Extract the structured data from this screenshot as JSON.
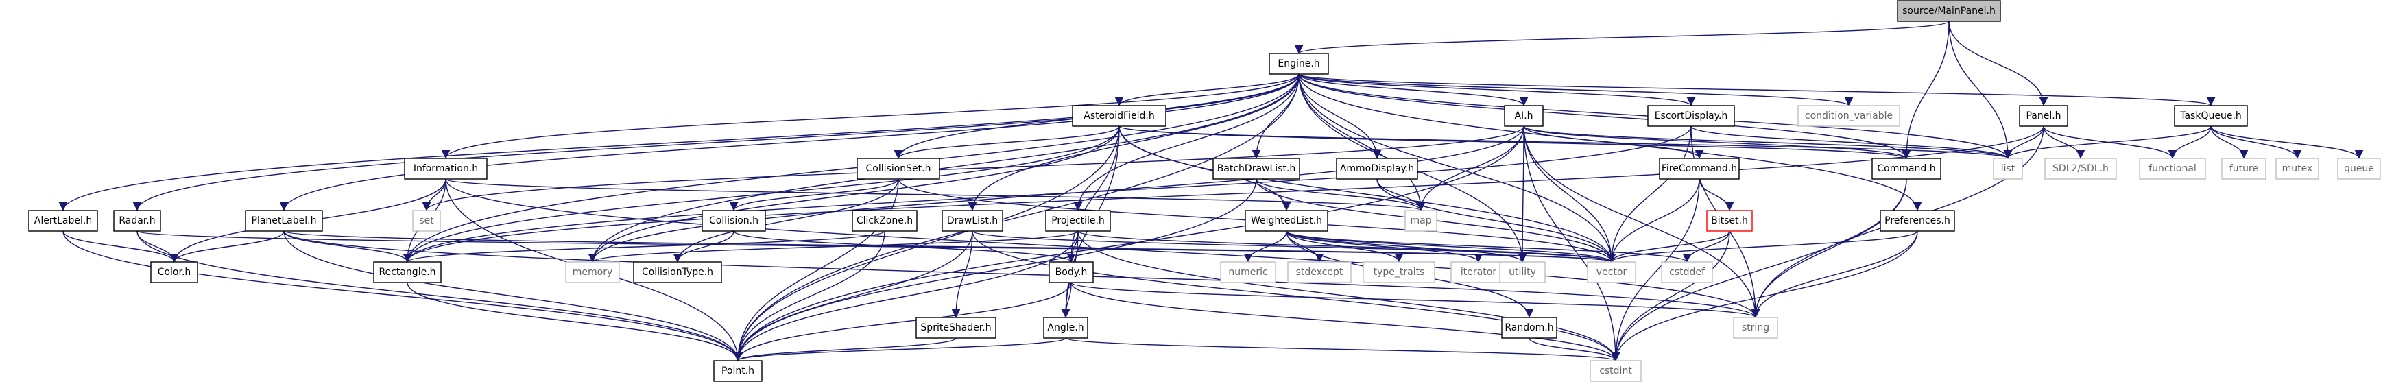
{
  "colors": {
    "edge": "#191970",
    "node_fill": "#ffffff",
    "node_border": "#000000",
    "node_text": "#000000",
    "system_border": "#bfbfbf",
    "system_text": "#666666",
    "root_fill": "#bfbfbf",
    "missing_border": "#ff0000"
  },
  "nodes": [
    {
      "id": "MainPanel",
      "label": "source/MainPanel.h",
      "kind": "root"
    },
    {
      "id": "Engine",
      "label": "Engine.h",
      "kind": "normal"
    },
    {
      "id": "Panel",
      "label": "Panel.h",
      "kind": "normal"
    },
    {
      "id": "AsteroidField",
      "label": "AsteroidField.h",
      "kind": "normal"
    },
    {
      "id": "AI",
      "label": "AI.h",
      "kind": "normal"
    },
    {
      "id": "EscortDisplay",
      "label": "EscortDisplay.h",
      "kind": "normal"
    },
    {
      "id": "condition_variable",
      "label": "condition_variable",
      "kind": "system"
    },
    {
      "id": "TaskQueue",
      "label": "TaskQueue.h",
      "kind": "normal"
    },
    {
      "id": "Information",
      "label": "Information.h",
      "kind": "normal"
    },
    {
      "id": "CollisionSet",
      "label": "CollisionSet.h",
      "kind": "normal"
    },
    {
      "id": "BatchDrawList",
      "label": "BatchDrawList.h",
      "kind": "normal"
    },
    {
      "id": "AmmoDisplay",
      "label": "AmmoDisplay.h",
      "kind": "normal"
    },
    {
      "id": "FireCommand",
      "label": "FireCommand.h",
      "kind": "normal"
    },
    {
      "id": "Command",
      "label": "Command.h",
      "kind": "normal"
    },
    {
      "id": "list",
      "label": "list",
      "kind": "system"
    },
    {
      "id": "SDL2",
      "label": "SDL2/SDL.h",
      "kind": "system"
    },
    {
      "id": "functional",
      "label": "functional",
      "kind": "system"
    },
    {
      "id": "future",
      "label": "future",
      "kind": "system"
    },
    {
      "id": "mutex",
      "label": "mutex",
      "kind": "system"
    },
    {
      "id": "queue",
      "label": "queue",
      "kind": "system"
    },
    {
      "id": "AlertLabel",
      "label": "AlertLabel.h",
      "kind": "normal"
    },
    {
      "id": "Radar",
      "label": "Radar.h",
      "kind": "normal"
    },
    {
      "id": "PlanetLabel",
      "label": "PlanetLabel.h",
      "kind": "normal"
    },
    {
      "id": "set",
      "label": "set",
      "kind": "system"
    },
    {
      "id": "Collision",
      "label": "Collision.h",
      "kind": "normal"
    },
    {
      "id": "map",
      "label": "map",
      "kind": "system"
    },
    {
      "id": "ClickZone",
      "label": "ClickZone.h",
      "kind": "normal"
    },
    {
      "id": "DrawList",
      "label": "DrawList.h",
      "kind": "normal"
    },
    {
      "id": "Projectile",
      "label": "Projectile.h",
      "kind": "normal"
    },
    {
      "id": "WeightedList",
      "label": "WeightedList.h",
      "kind": "normal"
    },
    {
      "id": "Bitset",
      "label": "Bitset.h",
      "kind": "missing"
    },
    {
      "id": "Preferences",
      "label": "Preferences.h",
      "kind": "normal"
    },
    {
      "id": "Color",
      "label": "Color.h",
      "kind": "normal"
    },
    {
      "id": "Rectangle",
      "label": "Rectangle.h",
      "kind": "normal"
    },
    {
      "id": "memory",
      "label": "memory",
      "kind": "system"
    },
    {
      "id": "CollisionType",
      "label": "CollisionType.h",
      "kind": "normal"
    },
    {
      "id": "Body",
      "label": "Body.h",
      "kind": "normal"
    },
    {
      "id": "numeric",
      "label": "numeric",
      "kind": "system"
    },
    {
      "id": "stdexcept",
      "label": "stdexcept",
      "kind": "system"
    },
    {
      "id": "type_traits",
      "label": "type_traits",
      "kind": "system"
    },
    {
      "id": "iterator",
      "label": "iterator",
      "kind": "system"
    },
    {
      "id": "utility",
      "label": "utility",
      "kind": "system"
    },
    {
      "id": "vector",
      "label": "vector",
      "kind": "system"
    },
    {
      "id": "cstddef",
      "label": "cstddef",
      "kind": "system"
    },
    {
      "id": "Angle",
      "label": "Angle.h",
      "kind": "normal"
    },
    {
      "id": "SpriteShader",
      "label": "SpriteShader.h",
      "kind": "normal"
    },
    {
      "id": "Random",
      "label": "Random.h",
      "kind": "normal"
    },
    {
      "id": "string",
      "label": "string",
      "kind": "system"
    },
    {
      "id": "Point",
      "label": "Point.h",
      "kind": "normal"
    },
    {
      "id": "cstdint",
      "label": "cstdint",
      "kind": "system"
    }
  ],
  "edges": [
    [
      "MainPanel",
      "Engine"
    ],
    [
      "MainPanel",
      "Panel"
    ],
    [
      "MainPanel",
      "Command"
    ],
    [
      "MainPanel",
      "list"
    ],
    [
      "Engine",
      "AsteroidField"
    ],
    [
      "Engine",
      "AI"
    ],
    [
      "Engine",
      "EscortDisplay"
    ],
    [
      "Engine",
      "condition_variable"
    ],
    [
      "Engine",
      "TaskQueue"
    ],
    [
      "Engine",
      "Information"
    ],
    [
      "Engine",
      "CollisionSet"
    ],
    [
      "Engine",
      "BatchDrawList"
    ],
    [
      "Engine",
      "AmmoDisplay"
    ],
    [
      "Engine",
      "Command"
    ],
    [
      "Engine",
      "list"
    ],
    [
      "Engine",
      "AlertLabel"
    ],
    [
      "Engine",
      "Radar"
    ],
    [
      "Engine",
      "PlanetLabel"
    ],
    [
      "Engine",
      "DrawList"
    ],
    [
      "Engine",
      "Projectile"
    ],
    [
      "Engine",
      "Preferences"
    ],
    [
      "Engine",
      "Rectangle"
    ],
    [
      "Engine",
      "memory"
    ],
    [
      "Engine",
      "map"
    ],
    [
      "Engine",
      "utility"
    ],
    [
      "Engine",
      "vector"
    ],
    [
      "Engine",
      "Point"
    ],
    [
      "Engine",
      "thread_placeholder"
    ],
    [
      "Panel",
      "list"
    ],
    [
      "Panel",
      "SDL2"
    ],
    [
      "Panel",
      "functional"
    ],
    [
      "Panel",
      "string"
    ],
    [
      "Panel",
      "Rectangle"
    ],
    [
      "TaskQueue",
      "list"
    ],
    [
      "TaskQueue",
      "functional"
    ],
    [
      "TaskQueue",
      "future"
    ],
    [
      "TaskQueue",
      "mutex"
    ],
    [
      "TaskQueue",
      "queue"
    ],
    [
      "AsteroidField",
      "CollisionSet"
    ],
    [
      "AsteroidField",
      "WeightedList"
    ],
    [
      "AsteroidField",
      "Body"
    ],
    [
      "AsteroidField",
      "Angle"
    ],
    [
      "AsteroidField",
      "Point"
    ],
    [
      "AsteroidField",
      "list"
    ],
    [
      "AsteroidField",
      "memory"
    ],
    [
      "AsteroidField",
      "vector"
    ],
    [
      "AsteroidField",
      "Command"
    ],
    [
      "AsteroidField",
      "Rectangle"
    ],
    [
      "AI",
      "Command"
    ],
    [
      "AI",
      "FireCommand"
    ],
    [
      "AI",
      "Point"
    ],
    [
      "AI",
      "map"
    ],
    [
      "AI",
      "vector"
    ],
    [
      "AI",
      "list"
    ],
    [
      "AI",
      "cstdint"
    ],
    [
      "AI",
      "memory"
    ],
    [
      "AI",
      "set"
    ],
    [
      "AI",
      "utility"
    ],
    [
      "AI",
      "string"
    ],
    [
      "EscortDisplay",
      "list"
    ],
    [
      "EscortDisplay",
      "vector"
    ],
    [
      "EscortDisplay",
      "string"
    ],
    [
      "EscortDisplay",
      "Rectangle"
    ],
    [
      "Information",
      "Color"
    ],
    [
      "Information",
      "Rectangle"
    ],
    [
      "Information",
      "Point"
    ],
    [
      "Information",
      "set"
    ],
    [
      "Information",
      "map"
    ],
    [
      "Information",
      "string"
    ],
    [
      "CollisionSet",
      "Collision"
    ],
    [
      "CollisionSet",
      "CollisionType"
    ],
    [
      "CollisionSet",
      "vector"
    ],
    [
      "CollisionSet",
      "Point"
    ],
    [
      "BatchDrawList",
      "map"
    ],
    [
      "BatchDrawList",
      "vector"
    ],
    [
      "BatchDrawList",
      "Point"
    ],
    [
      "AmmoDisplay",
      "map"
    ],
    [
      "AmmoDisplay",
      "vector"
    ],
    [
      "FireCommand",
      "Bitset"
    ],
    [
      "FireCommand",
      "vector"
    ],
    [
      "FireCommand",
      "cstdint"
    ],
    [
      "Command",
      "string"
    ],
    [
      "Command",
      "cstdint"
    ],
    [
      "AlertLabel",
      "Color"
    ],
    [
      "AlertLabel",
      "Point"
    ],
    [
      "Radar",
      "Color"
    ],
    [
      "Radar",
      "Point"
    ],
    [
      "Radar",
      "vector"
    ],
    [
      "PlanetLabel",
      "Color"
    ],
    [
      "PlanetLabel",
      "Rectangle"
    ],
    [
      "PlanetLabel",
      "Point"
    ],
    [
      "PlanetLabel",
      "string"
    ],
    [
      "PlanetLabel",
      "vector"
    ],
    [
      "Collision",
      "Body"
    ],
    [
      "Collision",
      "CollisionType"
    ],
    [
      "ClickZone",
      "Rectangle"
    ],
    [
      "ClickZone",
      "Point"
    ],
    [
      "DrawList",
      "SpriteShader"
    ],
    [
      "DrawList",
      "Point"
    ],
    [
      "DrawList",
      "vector"
    ],
    [
      "DrawList",
      "cstdint"
    ],
    [
      "Projectile",
      "Body"
    ],
    [
      "Projectile",
      "Angle"
    ],
    [
      "Projectile",
      "Point"
    ],
    [
      "Projectile",
      "cstdint"
    ],
    [
      "Projectile",
      "memory"
    ],
    [
      "Projectile",
      "vector"
    ],
    [
      "WeightedList",
      "Random"
    ],
    [
      "WeightedList",
      "numeric"
    ],
    [
      "WeightedList",
      "stdexcept"
    ],
    [
      "WeightedList",
      "type_traits"
    ],
    [
      "WeightedList",
      "iterator"
    ],
    [
      "WeightedList",
      "utility"
    ],
    [
      "WeightedList",
      "vector"
    ],
    [
      "WeightedList",
      "cstddef"
    ],
    [
      "Bitset",
      "vector"
    ],
    [
      "Bitset",
      "cstddef"
    ],
    [
      "Bitset",
      "cstdint"
    ],
    [
      "Preferences",
      "vector"
    ],
    [
      "Preferences",
      "string"
    ],
    [
      "Preferences",
      "cstdint"
    ],
    [
      "Rectangle",
      "Point"
    ],
    [
      "Body",
      "Angle"
    ],
    [
      "Body",
      "Point"
    ],
    [
      "Body",
      "string"
    ],
    [
      "Body",
      "cstdint"
    ],
    [
      "Angle",
      "Point"
    ],
    [
      "Angle",
      "cstdint"
    ],
    [
      "SpriteShader",
      "Point"
    ],
    [
      "Random",
      "cstdint"
    ]
  ]
}
